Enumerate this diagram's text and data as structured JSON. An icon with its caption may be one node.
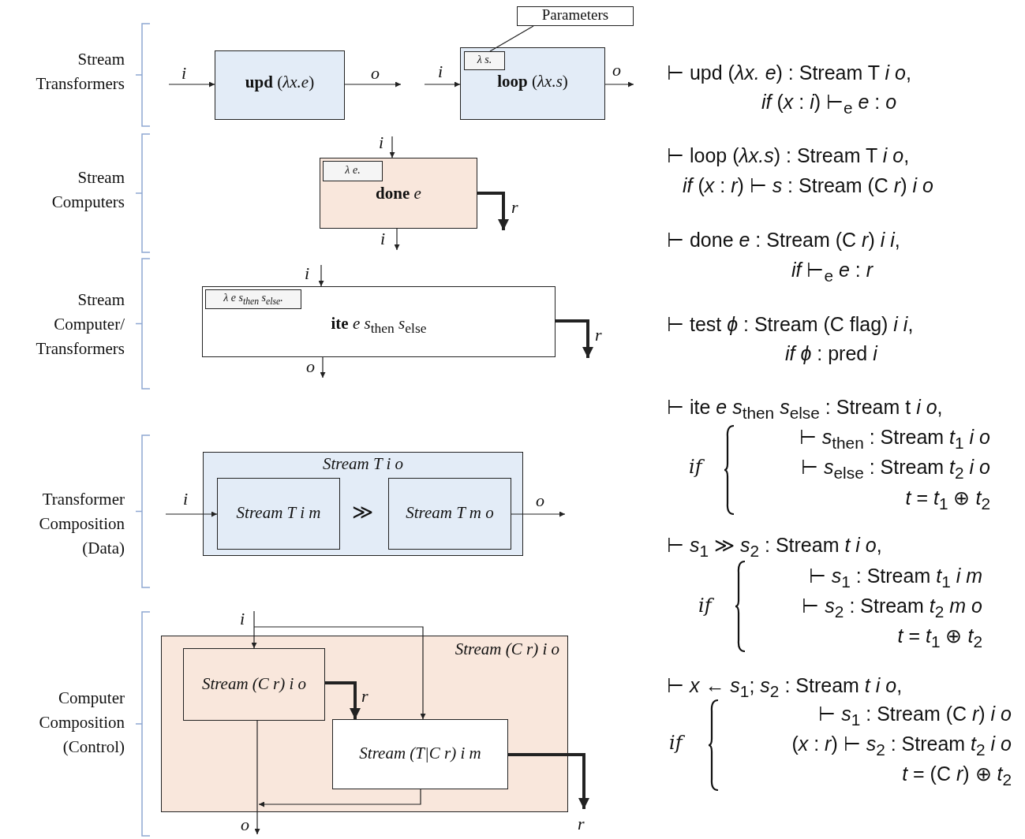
{
  "diagram": {
    "nodes": [
      {
        "text": [
          "**upd** (*λx.e*)"
        ]
      },
      {
        "text": [
          "Parameters"
        ]
      },
      {
        "text": [
          "**loop** (*λx.s*)"
        ]
      },
      {
        "text": [
          "λ s."
        ],
        "in": 2
      },
      {
        "text": [
          "**done** *e*"
        ]
      },
      {
        "text": [
          "λ e."
        ],
        "in": 4
      },
      {
        "text": [
          "**ite**  *e*  *s*$_{then}$ *s*$_{else}$"
        ]
      },
      {
        "text": [
          "λ e s$_{then}$ s$_{else}$."
        ],
        "in": 6
      },
      {
        "text": [
          "Stream T i o"
        ]
      },
      {
        "text": [
          "Stream T i m"
        ],
        "in": 8
      },
      {
        "text": [
          "Stream T m o"
        ],
        "in": 8
      },
      {
        "text": [
          "Stream (C r) i o"
        ]
      },
      {
        "text": [
          "Stream (C r) i o"
        ],
        "in": 11
      },
      {
        "text": [
          "Stream (T|C r) i m"
        ],
        "in": 11
      }
    ],
    "edges": [
      {
        "from": null,
        "to": 0,
        "arrow": "to",
        "label": "i"
      },
      {
        "from": 0,
        "to": null,
        "arrow": "to",
        "label": "o"
      },
      {
        "from": 1,
        "to": 3,
        "arrow": "none"
      },
      {
        "from": null,
        "to": 2,
        "arrow": "to",
        "label": "i"
      },
      {
        "from": 2,
        "to": null,
        "arrow": "to",
        "label": "o"
      },
      {
        "from": null,
        "to": 4,
        "arrow": "to",
        "label": "i"
      },
      {
        "from": 4,
        "to": null,
        "arrow": "to",
        "label": "i"
      },
      {
        "from": 4,
        "to": null,
        "arrow": "to",
        "label": "r",
        "style": "thick"
      },
      {
        "from": null,
        "to": 6,
        "arrow": "to",
        "label": "i"
      },
      {
        "from": 6,
        "to": null,
        "arrow": "to",
        "label": "o"
      },
      {
        "from": 6,
        "to": null,
        "arrow": "to",
        "label": "r",
        "style": "thick"
      },
      {
        "from": null,
        "to": 9,
        "arrow": "to",
        "label": "i"
      },
      {
        "from": 10,
        "to": null,
        "arrow": "to",
        "label": "o"
      },
      {
        "from": null,
        "to": 12,
        "arrow": "to",
        "label": "i"
      },
      {
        "from": null,
        "to": 13,
        "arrow": "to"
      },
      {
        "from": 12,
        "to": 13,
        "arrow": "to",
        "label": "r",
        "style": "thick"
      },
      {
        "from": 12,
        "to": null,
        "arrow": "to",
        "label": "o"
      },
      {
        "from": 13,
        "to": null,
        "arrow": "to"
      },
      {
        "from": 13,
        "to": null,
        "arrow": "to",
        "label": "r",
        "style": "thick"
      }
    ],
    "labels": [
      "Stream Transformers",
      "Stream Computers",
      "Stream Computer/ Transformers",
      "Transformer Composition (Data)",
      "Computer Composition (Control)",
      "≫",
      "⊢ upd (*λx. e*) : Stream T *i o*,",
      "*if* (*x* : *i*) ⊢$_{e}$ *e* : *o*",
      "⊢ loop (*λx.s*) : Stream T *i o*,",
      "*if* (*x* : *r*) ⊢ *s* : Stream (C *r*) *i o*",
      "⊢ done *e* : Stream (C *r*) *i i*,",
      "*if* ⊢$_{e}$ *e* : *r*",
      "⊢ test *ϕ* : Stream (C flag) *i i*,",
      "*if* *ϕ* : pred *i*",
      "⊢ ite *e s*$_{then}$ *s*$_{else}$ : Stream t *i o*,",
      "if",
      "⊢ *s*$_{then}$ : Stream *t*$_{1}$ *i o*",
      "⊢ *s*$_{else}$ : Stream *t*$_{2}$ *i o*",
      "*t* = *t*$_{1}$ ⊕ *t*$_{2}$",
      "⊢ *s*$_{1}$ ≫ *s*$_{2}$ : Stream *t i o*,",
      "if",
      "⊢ *s*$_{1}$ : Stream *t*$_{1}$ *i m*",
      "⊢ *s*$_{2}$ : Stream *t*$_{2}$ *m o*",
      "*t* = *t*$_{1}$ ⊕ *t*$_{2}$",
      "⊢ *x* ← *s*$_{1}$; *s*$_{2}$ : Stream *t i o*,",
      "if",
      "⊢ *s*$_{1}$ : Stream (C *r*) *i o*",
      "(*x* : *r*) ⊢ *s*$_{2}$ : Stream *t*$_{2}$ *i o*",
      "*t* = (C *r*) ⊕ *t*$_{2}$"
    ]
  }
}
